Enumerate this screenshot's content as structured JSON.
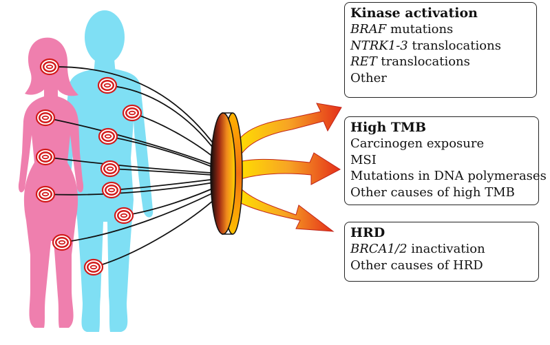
{
  "colors": {
    "female_body": "#ef7fae",
    "male_body": "#7fdff4",
    "target_ring": "#d21a1a",
    "lines": "#111111",
    "lens_gradient": [
      "#111111",
      "#c03010",
      "#f59020",
      "#ffd400"
    ],
    "arrow_gradient": [
      "#ffd800",
      "#f7a020",
      "#e8321a"
    ]
  },
  "icons": [
    "female-silhouette-icon",
    "male-silhouette-icon",
    "target-icon",
    "lens-icon",
    "arrow-icon"
  ],
  "boxes": {
    "kinase": {
      "title": "Kinase activation",
      "items": [
        {
          "ital": "BRAF",
          "rest": " mutations"
        },
        {
          "ital": "NTRK1-3",
          "rest": " translocations"
        },
        {
          "ital": "RET",
          "rest": " translocations"
        },
        {
          "ital": "",
          "rest": "Other"
        }
      ]
    },
    "tmb": {
      "title": "High TMB",
      "items": [
        {
          "ital": "",
          "rest": "Carcinogen exposure"
        },
        {
          "ital": "",
          "rest": "MSI"
        },
        {
          "ital": "",
          "rest": "Mutations in DNA polymerases"
        },
        {
          "ital": "",
          "rest": "Other causes of high TMB"
        }
      ]
    },
    "hrd": {
      "title": "HRD",
      "items": [
        {
          "ital": "BRCA1/2",
          "rest": " inactivation"
        },
        {
          "ital": "",
          "rest": "Other causes of HRD"
        }
      ]
    }
  }
}
